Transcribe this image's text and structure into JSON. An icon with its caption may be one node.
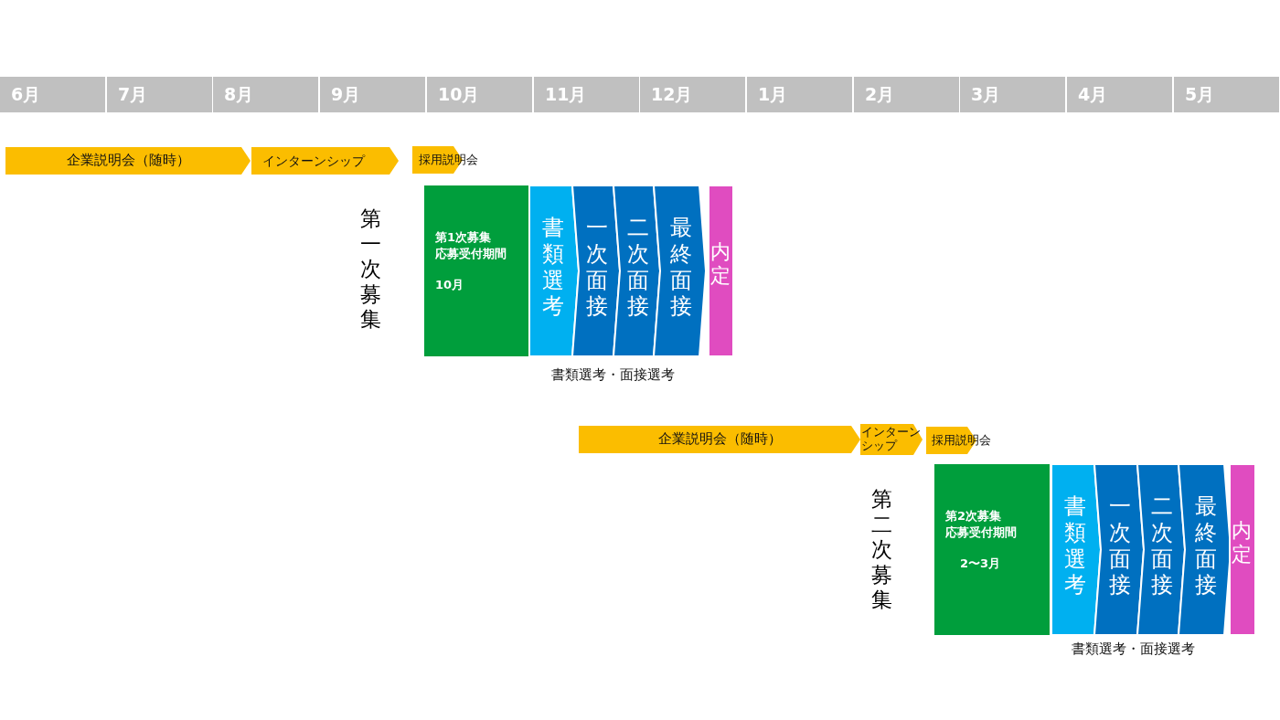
{
  "diagram": {
    "nodes": [
      {
        "text": [
          "6月"
        ]
      },
      {
        "text": [
          "7月"
        ]
      },
      {
        "text": [
          "8月"
        ]
      },
      {
        "text": [
          "9月"
        ]
      },
      {
        "text": [
          "10月"
        ]
      },
      {
        "text": [
          "11月"
        ]
      },
      {
        "text": [
          "12月"
        ]
      },
      {
        "text": [
          "1月"
        ]
      },
      {
        "text": [
          "2月"
        ]
      },
      {
        "text": [
          "3月"
        ]
      },
      {
        "text": [
          "4月"
        ]
      },
      {
        "text": [
          "5月"
        ]
      },
      {
        "text": [
          "企業説明会（随時）"
        ]
      },
      {
        "text": [
          "インターンシップ"
        ]
      },
      {
        "text": [
          "採用説明会"
        ]
      },
      {
        "text": [
          "第1次募集",
          "応募受付期間",
          "10月"
        ]
      },
      {
        "text": [
          "書類選考"
        ]
      },
      {
        "text": [
          "一次面接"
        ]
      },
      {
        "text": [
          "二次面接"
        ]
      },
      {
        "text": [
          "最終面接"
        ]
      },
      {
        "text": [
          "内定"
        ]
      },
      {
        "text": [
          "企業説明会（随時）"
        ]
      },
      {
        "text": [
          "インターンシップ"
        ]
      },
      {
        "text": [
          "採用説明会"
        ]
      },
      {
        "text": [
          "第2次募集",
          "応募受付期間",
          "2〜3月"
        ]
      },
      {
        "text": [
          "書類選考"
        ]
      },
      {
        "text": [
          "一次面接"
        ]
      },
      {
        "text": [
          "二次面接"
        ]
      },
      {
        "text": [
          "最終面接"
        ]
      },
      {
        "text": [
          "内定"
        ]
      }
    ],
    "labels": [
      "第一次募集",
      "書類選考・面接選考",
      "第二次募集",
      "書類選考・面接選考"
    ]
  }
}
